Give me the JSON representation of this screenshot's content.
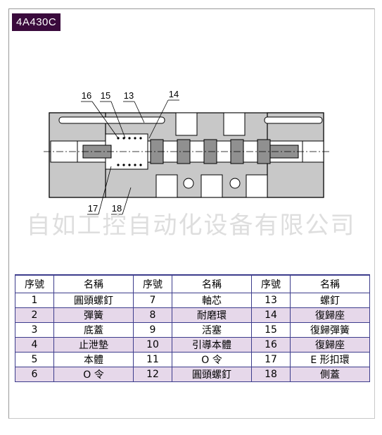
{
  "model": "4A430C",
  "callouts_top": [
    "16",
    "15",
    "13",
    "14"
  ],
  "callouts_bottom": [
    "17",
    "18"
  ],
  "watermark": "自如工控自动化设备有限公司",
  "table": {
    "headers": [
      "序號",
      "名稱",
      "序號",
      "名稱",
      "序號",
      "名稱"
    ],
    "rows": [
      [
        "1",
        "圓頭螺釘",
        "7",
        "軸芯",
        "13",
        "螺釘"
      ],
      [
        "2",
        "彈簧",
        "8",
        "耐磨環",
        "14",
        "復歸座"
      ],
      [
        "3",
        "底蓋",
        "9",
        "活塞",
        "15",
        "復歸彈簧"
      ],
      [
        "4",
        "止泄墊",
        "10",
        "引導本體",
        "16",
        "復歸座"
      ],
      [
        "5",
        "本體",
        "11",
        "O 令",
        "17",
        "E 形扣環"
      ],
      [
        "6",
        "O 令",
        "12",
        "圓頭螺釘",
        "18",
        "側蓋"
      ]
    ]
  },
  "colors": {
    "badge": "#3a0a3c",
    "alt_row": "#e6d8ea",
    "grid": "#3c3c8c",
    "body_fill": "#c8c8c8"
  }
}
